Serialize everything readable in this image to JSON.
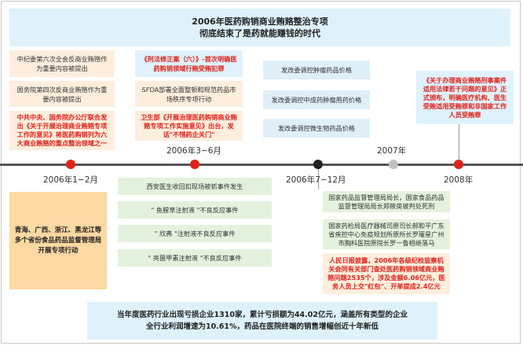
{
  "title": {
    "line1": "2006年医药购销商业贿赂整治专项",
    "line2": "彻底结束了是药就能赚钱的时代"
  },
  "timeline": {
    "p1": "2006年1−2月",
    "p2": "2006年3−6月",
    "p3": "2006年7−12月",
    "p4": "2007年",
    "p5": "2008年"
  },
  "colors": {
    "red": "#e0221b",
    "dark": "#222222",
    "grey": "#bfbfbf",
    "axis": "#555555"
  },
  "col1": {
    "b1": "中纪委第六次全会反商业贿赂作为重要内容被提出",
    "b2": "国务院第四次反商业贿赂作为重要内容被提出",
    "b3": "中共中央、国务院办公厅联合发出《关于开展治理商业贿赂专项工作的意见》将医药购销列为六大商业贿赂的重点整治领域之一",
    "b4": "青海、广西、浙江、黑龙江等多个省份食品药品监督管理局开展专项行动"
  },
  "col2": {
    "b1": "《刑法修正案（六）》-首次明确医药购销领域行贿受贿犯罪",
    "b2": "SFDA部署全面整顿和规范药品市场秩序专项行动",
    "b3": "卫生部《开展治理医药购销商业贿赂专项工作实施意见》出台，发话\"不惜药企关门\"",
    "b4": "西安医生收回扣现场被抓事件发生",
    "b5": "\" 鱼腥草注射液 \"不良反应事件",
    "b6": "\" 欣弗 \"注射液不良反应事件",
    "b7": "\" 亮菌甲素注射液 \"不良反应事件"
  },
  "col3": {
    "b1": "发改委调控肿瘤药品价格",
    "b2": "发改委调控中成药肿瘤用药价格",
    "b3": "发改委调控微生物药品价格",
    "b4": "国家药品监督管理局局长，国家食品药品监督管理局局长郑筱萸被判处死刑",
    "b5": "国家药检局医疗器械司原司长郝和平广东省疾控中心免疫规划所原所长罗瓘星广州市胸科医院原院长罗一鲁相继落马",
    "b6": "人民日报披露，2006年各级纪检监察机关会同有关部门查处医药购销领域商业贿赂问题2535个，涉及金额6.06亿元，医务人员上交\"红包\"、开单提成2.4亿元"
  },
  "col4": {
    "b1": "《关于办理商业贿赂刑事案件适用法律若干问题的意见》正式颁布，明确医疗机构、医生受贿适用受贿罪和非国家工作人员受贿罪"
  },
  "bottom": {
    "line1": "当年度医药行业出现亏损企业1310家，累计亏损额为44.02亿元，涵盖所有类型的企业",
    "line2": "全行业利润增速为10.61%，药品在医院终端的销售增幅创近十年新低"
  }
}
